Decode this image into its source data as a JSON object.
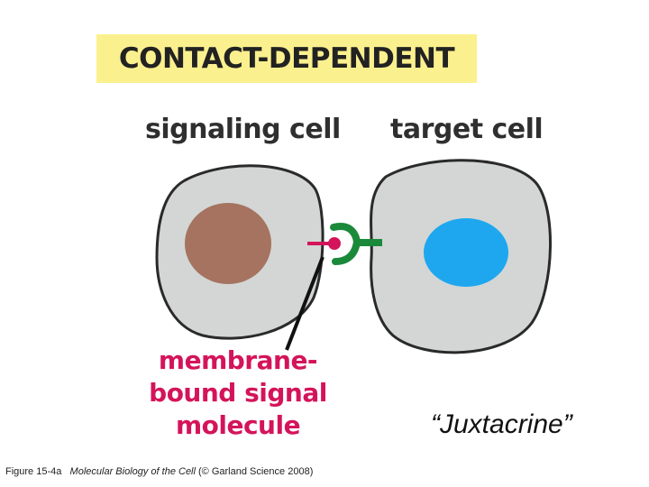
{
  "title": "CONTACT-DEPENDENT",
  "labels": {
    "signaling_cell": "signaling cell",
    "target_cell": "target cell",
    "molecule_lines": [
      "membrane-",
      "bound signal",
      "molecule"
    ],
    "juxtacrine": "“Juxtacrine”"
  },
  "caption": {
    "figure": "Figure 15-4a",
    "book": "Molecular Biology of the Cell",
    "credit": "(© Garland Science 2008)"
  },
  "colors": {
    "title_bg": "#fbf08e",
    "cell_fill": "#d3d6d5",
    "cell_outline": "#2a2a2a",
    "signaling_nucleus": "#a5735f",
    "target_nucleus": "#1ea7ef",
    "signal_molecule": "#d4145a",
    "receptor": "#1a8a3a",
    "label_text": "#d4145a"
  }
}
